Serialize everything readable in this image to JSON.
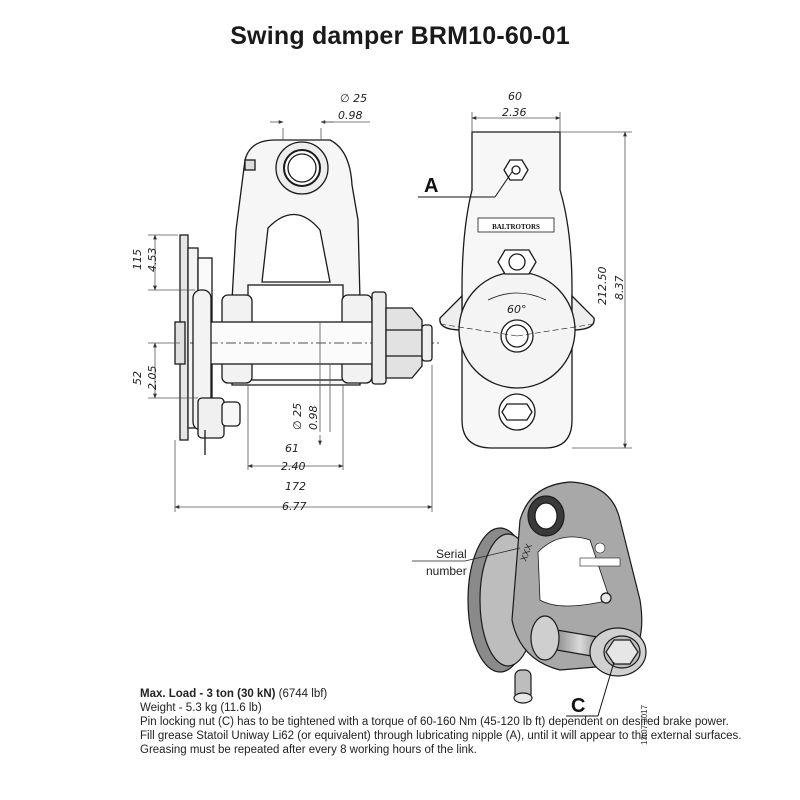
{
  "title": "Swing damper BRM10-60-01",
  "callouts": {
    "a": "A",
    "c": "C",
    "serial": [
      "Serial",
      "number"
    ]
  },
  "brand": "BALTROTORS",
  "part_mark": "XXX",
  "dimensions": {
    "pin_top_mm": "∅ 25",
    "pin_top_in": "0.98",
    "width_top_mm": "60",
    "width_top_in": "2.36",
    "height_side_mm": "115",
    "height_side_in": "4.53",
    "offset_mm": "52",
    "offset_in": "2.05",
    "pin_mid_mm": "∅ 25",
    "pin_mid_in": "0.98",
    "gap_mm": "61",
    "gap_in": "2.40",
    "overall_mm": "172",
    "overall_in": "6.77",
    "height_front_mm": "212.50",
    "height_front_in": "8.37",
    "angle": "60°"
  },
  "notes": {
    "load_bold": "Max. Load - 3 ton (30 kN)",
    "load_rest": " (6744 lbf)",
    "weight": "Weight - 5.3 kg (11.6 lb)",
    "line1": "Pin locking nut (C) has to be tightened with a torque of 60-160 Nm (45-120 lb ft) dependent on desired brake power.",
    "line2": "Fill grease Statoil Uniway Li62 (or equivalent) through lubricating nipple (A), until it will appear to the external surfaces.",
    "line3": "Greasing must be repeated after every 8 working hours of the link."
  },
  "date": "13.07.2017",
  "colors": {
    "line": "#1a1a1a",
    "dim": "#555555",
    "shade": "#d8d8d8",
    "metal": "#9a9a9a"
  }
}
